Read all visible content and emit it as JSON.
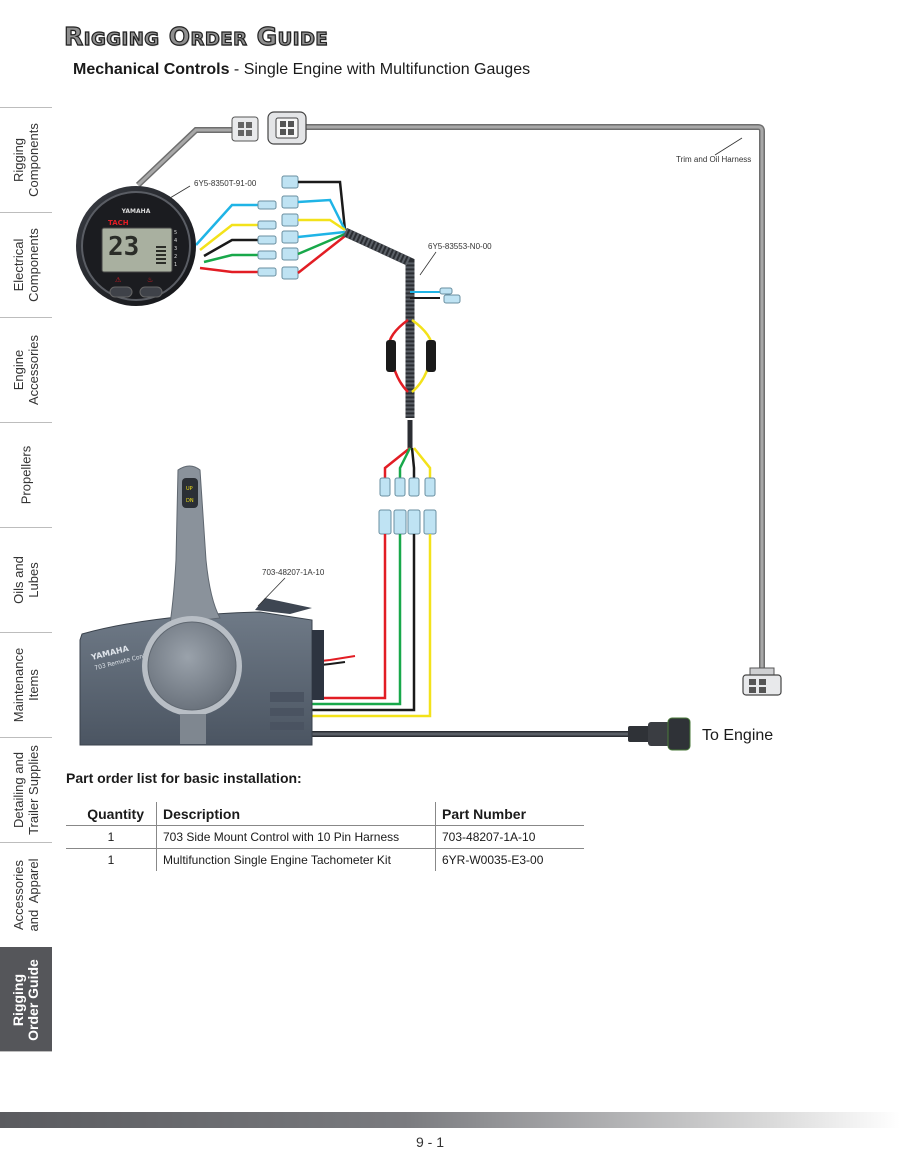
{
  "header": {
    "title": "Rigging Order Guide",
    "subtitle_bold": "Mechanical Controls",
    "subtitle_rest": " - Single Engine with Multifunction Gauges"
  },
  "side_tabs": [
    {
      "label": "Rigging\nComponents",
      "active": false
    },
    {
      "label": "Electrical\nComponents",
      "active": false
    },
    {
      "label": "Engine\nAccessories",
      "active": false
    },
    {
      "label": "Propellers",
      "active": false
    },
    {
      "label": "Oils and\nLubes",
      "active": false
    },
    {
      "label": "Maintenance\nItems",
      "active": false
    },
    {
      "label": "Detailing and\nTrailer Supplies",
      "active": false
    },
    {
      "label": "Accessories\nand  Apparel",
      "active": false
    },
    {
      "label": "Rigging\nOrder Guide",
      "active": true
    }
  ],
  "diagram": {
    "labels": {
      "trim_harness": "Trim and Oil Harness",
      "gauge_part": "6Y5-8350T-91-00",
      "harness_part": "6Y5-83553-N0-00",
      "control_part": "703-48207-1A-10",
      "to_engine": "To Engine"
    },
    "gauge": {
      "brand": "YAMAHA",
      "mode": "TACH",
      "reading": "23",
      "scale_marks": [
        "5",
        "4",
        "3",
        "2",
        "1"
      ]
    },
    "control": {
      "brand": "YAMAHA",
      "model": "703 Remote Control",
      "button_up": "UP",
      "button_dn": "DN"
    }
  },
  "parts_section": {
    "heading": "Part order list for basic installation:",
    "columns": [
      "Quantity",
      "Description",
      "Part Number"
    ],
    "rows": [
      {
        "quantity": "1",
        "description": "703 Side Mount Control with 10 Pin Harness",
        "part_number": "703-48207-1A-10"
      },
      {
        "quantity": "1",
        "description": "Multifunction Single Engine Tachometer Kit",
        "part_number": "6YR-W0035-E3-00"
      }
    ]
  },
  "footer": {
    "page_number": "9 - 1"
  },
  "colors": {
    "cable_gray": "#8a8a8a",
    "wire_red": "#e21d24",
    "wire_yellow": "#f3e21a",
    "wire_green": "#18a84a",
    "wire_blue": "#1fb4e6",
    "wire_black": "#1a1a1a",
    "control_body": "#5c6774",
    "tab_active": "#55565a"
  }
}
